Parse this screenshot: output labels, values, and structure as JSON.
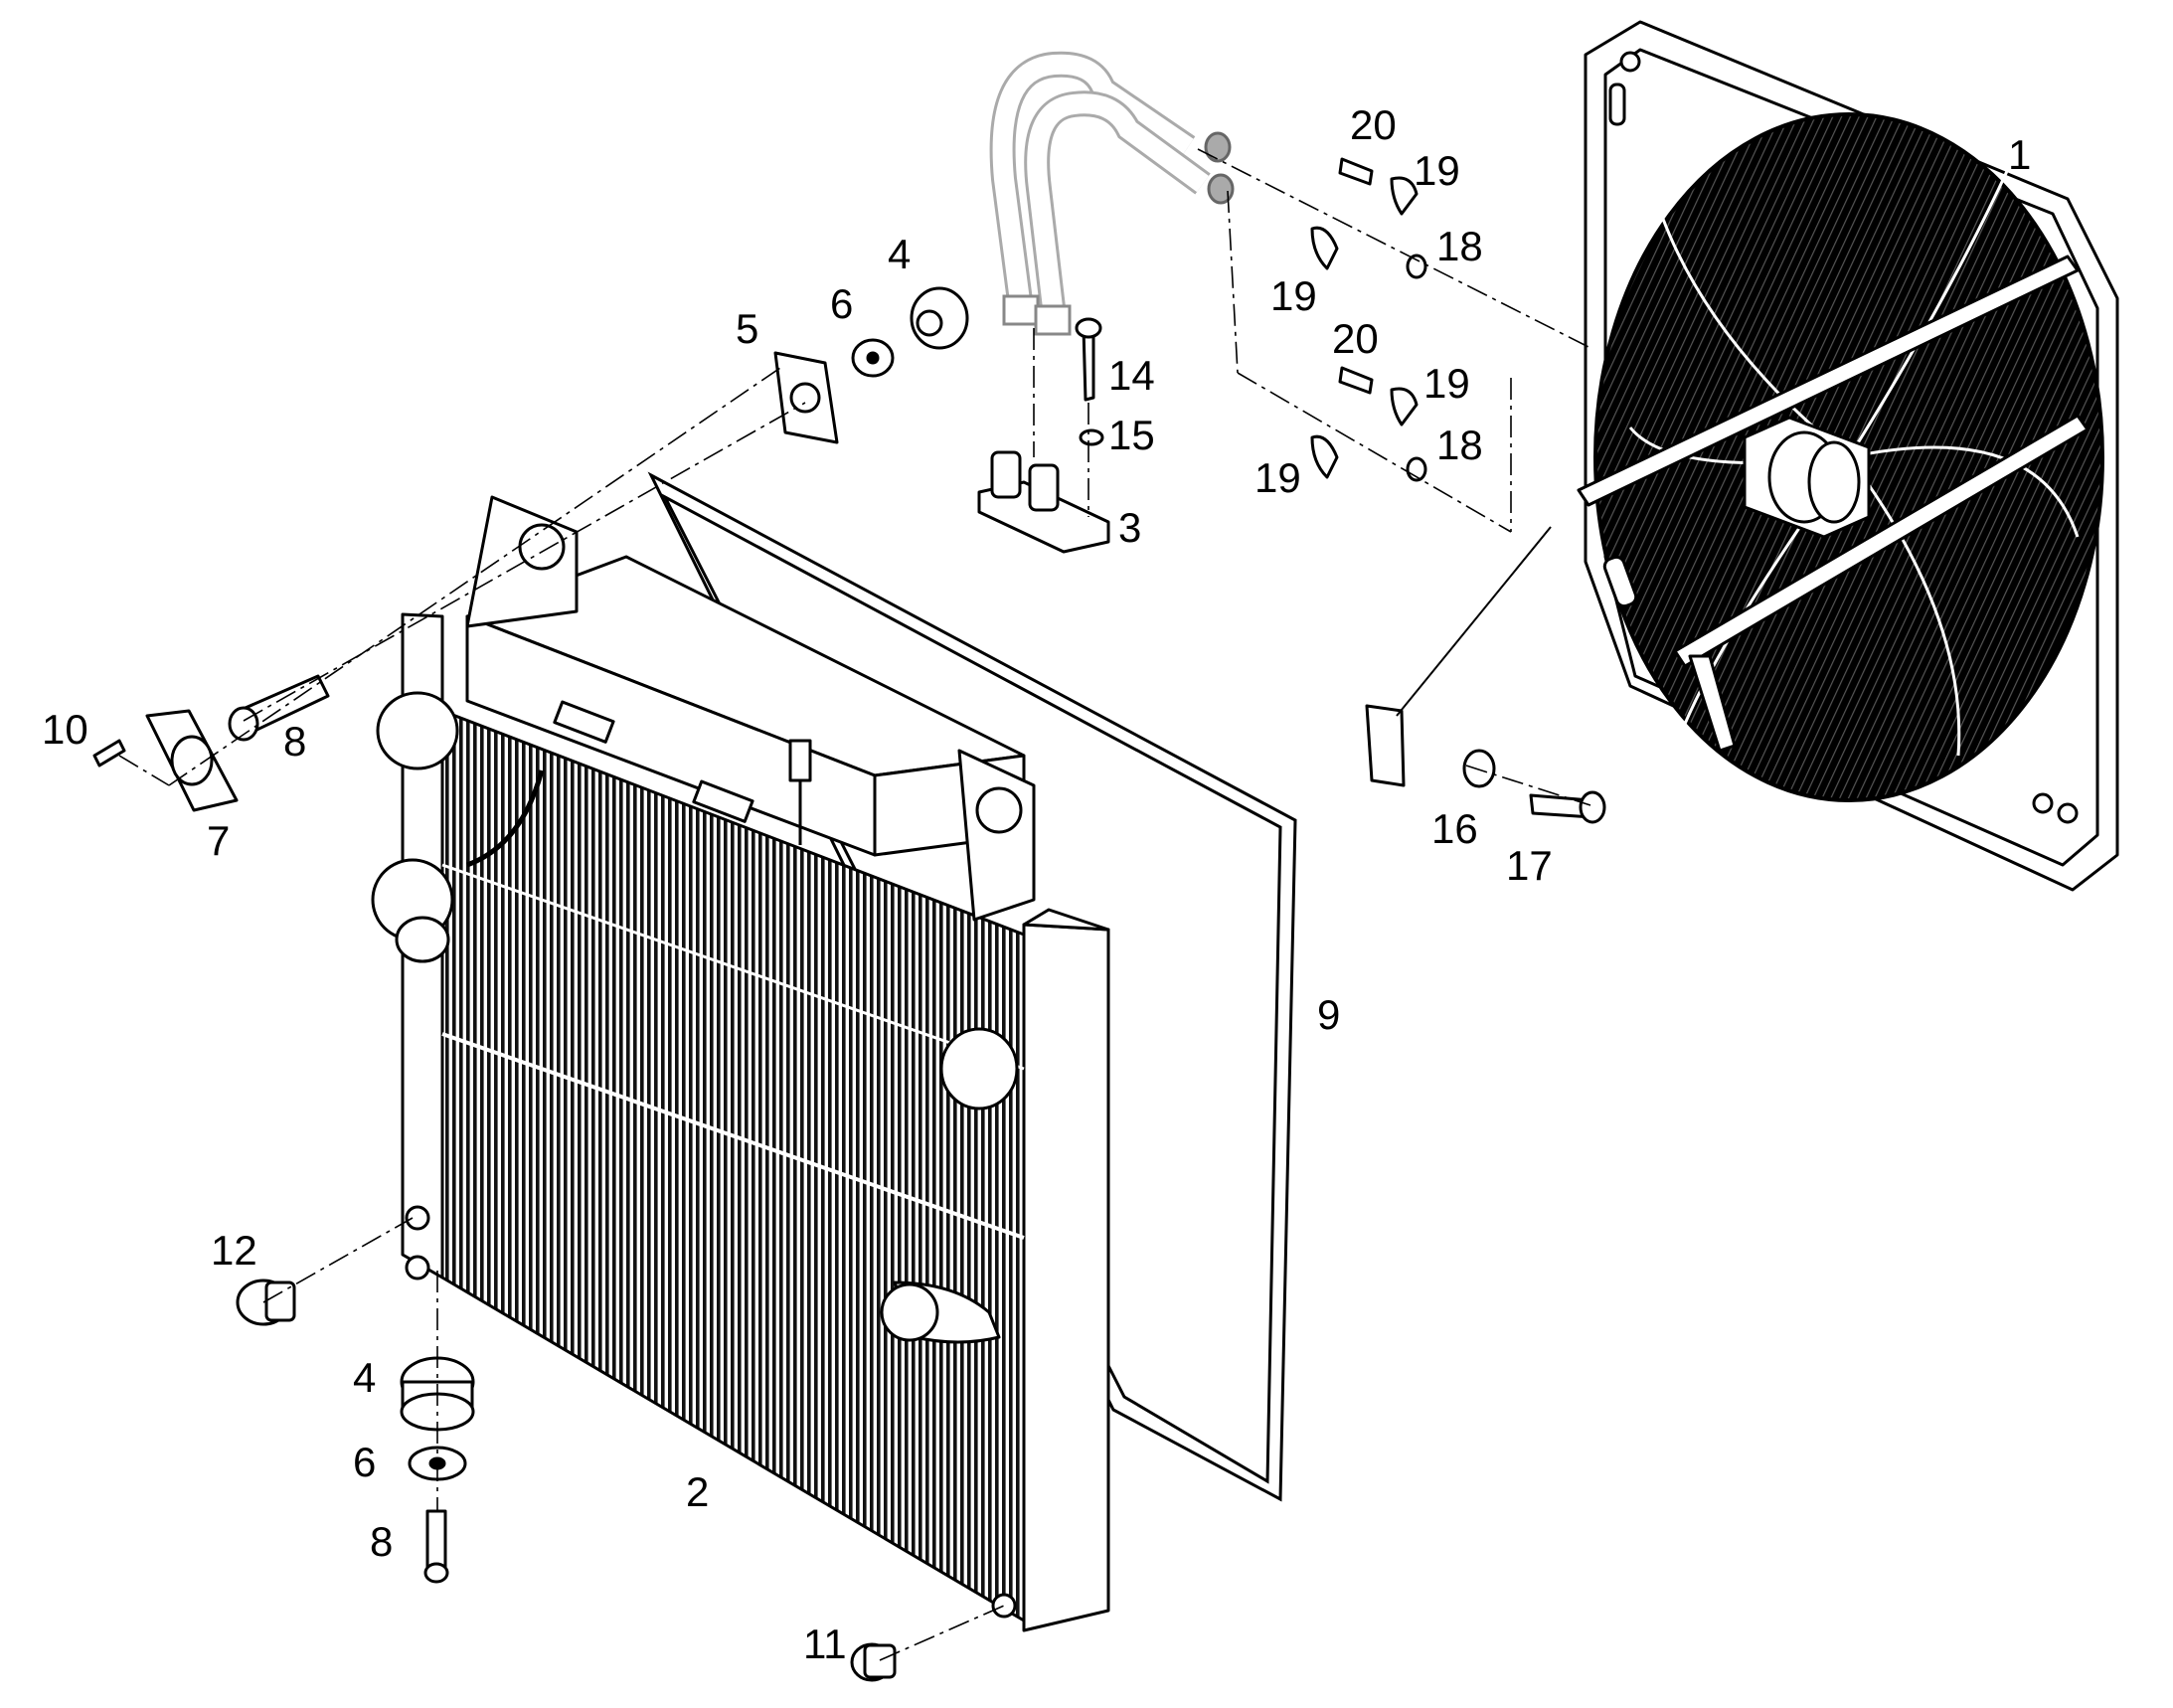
{
  "diagram": {
    "labels": [
      {
        "id": "lbl-1",
        "text": "1"
      },
      {
        "id": "lbl-2",
        "text": "2"
      },
      {
        "id": "lbl-3",
        "text": "3"
      },
      {
        "id": "lbl-4a",
        "text": "4"
      },
      {
        "id": "lbl-4b",
        "text": "4"
      },
      {
        "id": "lbl-5",
        "text": "5"
      },
      {
        "id": "lbl-6a",
        "text": "6"
      },
      {
        "id": "lbl-6b",
        "text": "6"
      },
      {
        "id": "lbl-7",
        "text": "7"
      },
      {
        "id": "lbl-8a",
        "text": "8"
      },
      {
        "id": "lbl-8b",
        "text": "8"
      },
      {
        "id": "lbl-9",
        "text": "9"
      },
      {
        "id": "lbl-10",
        "text": "10"
      },
      {
        "id": "lbl-11",
        "text": "11"
      },
      {
        "id": "lbl-12",
        "text": "12"
      },
      {
        "id": "lbl-14",
        "text": "14"
      },
      {
        "id": "lbl-15",
        "text": "15"
      },
      {
        "id": "lbl-16",
        "text": "16"
      },
      {
        "id": "lbl-17",
        "text": "17"
      },
      {
        "id": "lbl-18a",
        "text": "18"
      },
      {
        "id": "lbl-18b",
        "text": "18"
      },
      {
        "id": "lbl-19a",
        "text": "19"
      },
      {
        "id": "lbl-19b",
        "text": "19"
      },
      {
        "id": "lbl-19c",
        "text": "19"
      },
      {
        "id": "lbl-19d",
        "text": "19"
      },
      {
        "id": "lbl-20a",
        "text": "20"
      },
      {
        "id": "lbl-20b",
        "text": "20"
      }
    ]
  }
}
